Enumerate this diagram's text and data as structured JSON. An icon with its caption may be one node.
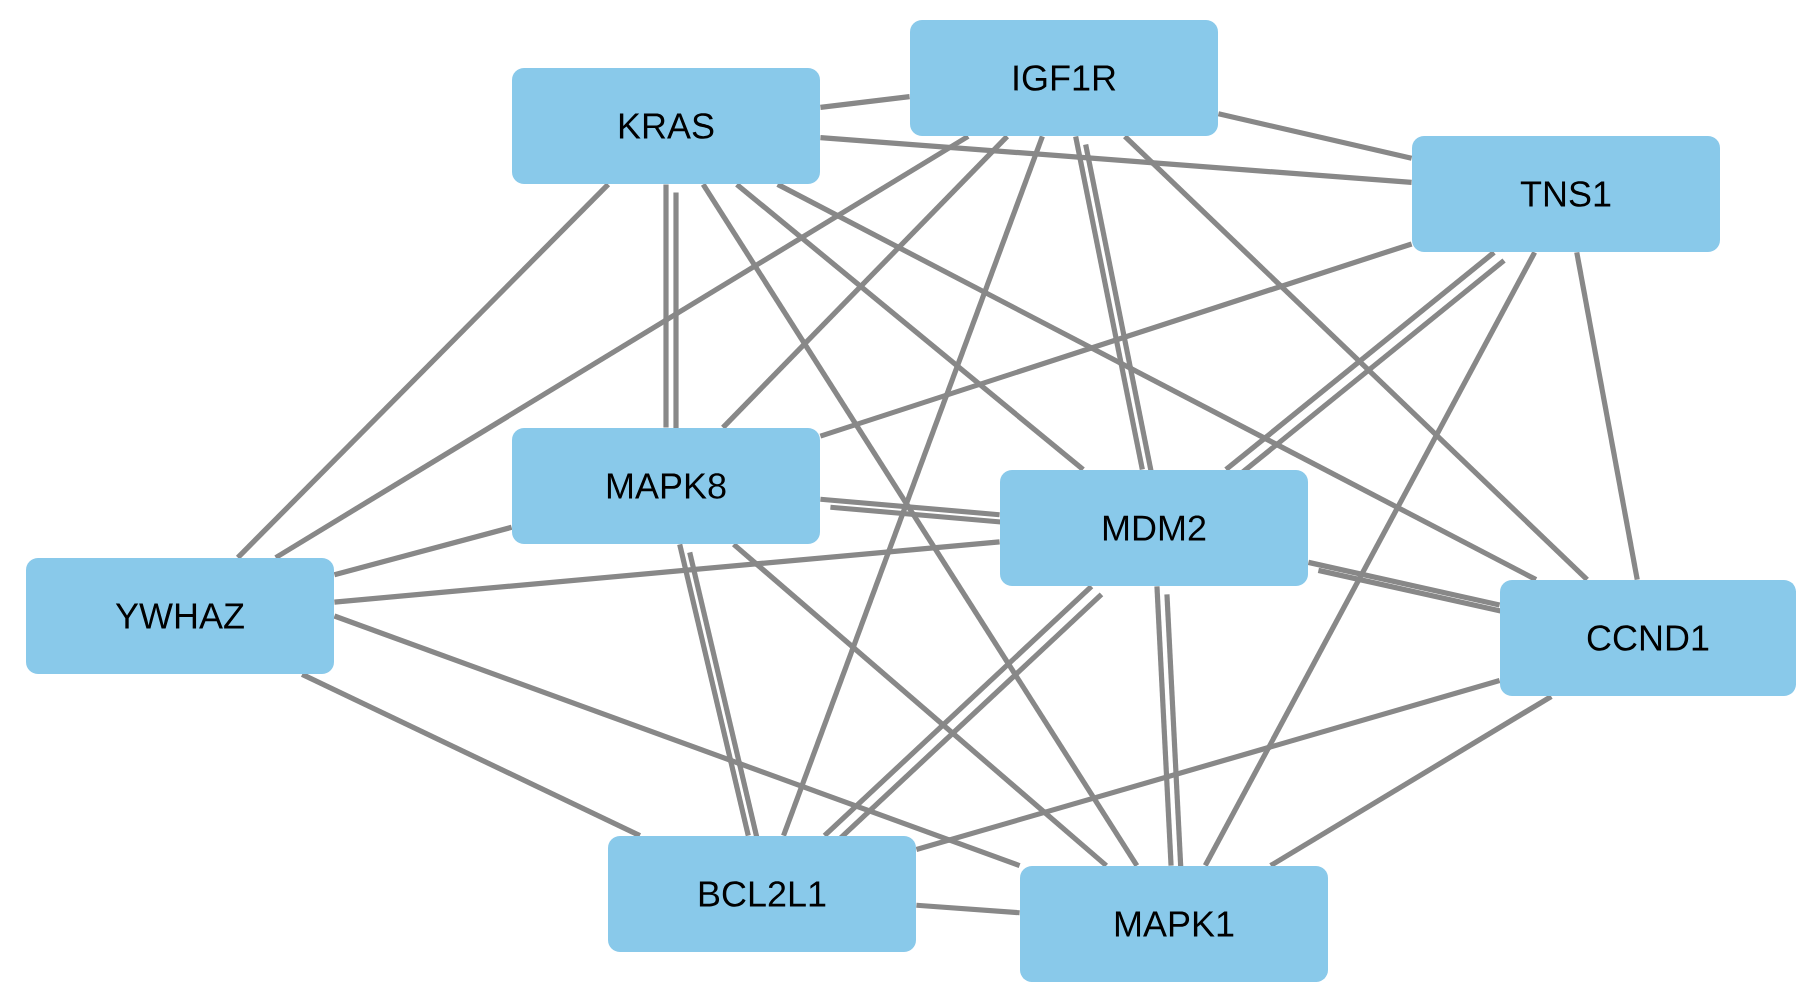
{
  "diagram": {
    "nodes": [
      {
        "text": [
          "KRAS"
        ]
      },
      {
        "text": [
          "IGF1R"
        ]
      },
      {
        "text": [
          "TNS1"
        ]
      },
      {
        "text": [
          "MAPK8"
        ]
      },
      {
        "text": [
          "MDM2"
        ]
      },
      {
        "text": [
          "YWHAZ"
        ]
      },
      {
        "text": [
          "CCND1"
        ]
      },
      {
        "text": [
          "BCL2L1"
        ]
      },
      {
        "text": [
          "MAPK1"
        ]
      }
    ],
    "edges": [
      {
        "from": 0,
        "to": 1,
        "arrow": "none"
      },
      {
        "from": 0,
        "to": 2,
        "arrow": "none"
      },
      {
        "from": 0,
        "to": 5,
        "arrow": "none"
      },
      {
        "from": 0,
        "to": 3,
        "arrow": "none"
      },
      {
        "from": 0,
        "to": 3,
        "arrow": "none"
      },
      {
        "from": 0,
        "to": 8,
        "arrow": "none"
      },
      {
        "from": 0,
        "to": 4,
        "arrow": "none"
      },
      {
        "from": 0,
        "to": 6,
        "arrow": "none"
      },
      {
        "from": 1,
        "to": 2,
        "arrow": "none"
      },
      {
        "from": 1,
        "to": 5,
        "arrow": "none"
      },
      {
        "from": 1,
        "to": 3,
        "arrow": "none"
      },
      {
        "from": 1,
        "to": 7,
        "arrow": "none"
      },
      {
        "from": 4,
        "to": 8,
        "arrow": "none"
      },
      {
        "from": 1,
        "to": 4,
        "arrow": "none"
      },
      {
        "from": 1,
        "to": 6,
        "arrow": "none"
      },
      {
        "from": 2,
        "to": 3,
        "arrow": "none"
      },
      {
        "from": 2,
        "to": 4,
        "arrow": "none"
      },
      {
        "from": 4,
        "to": 7,
        "arrow": "none"
      },
      {
        "from": 2,
        "to": 8,
        "arrow": "none"
      },
      {
        "from": 2,
        "to": 6,
        "arrow": "none"
      },
      {
        "from": 3,
        "to": 5,
        "arrow": "none"
      },
      {
        "from": 3,
        "to": 4,
        "arrow": "none"
      },
      {
        "from": 4,
        "to": 6,
        "arrow": "none"
      },
      {
        "from": 3,
        "to": 8,
        "arrow": "none"
      },
      {
        "from": 3,
        "to": 7,
        "arrow": "none"
      },
      {
        "from": 3,
        "to": 7,
        "arrow": "none"
      },
      {
        "from": 1,
        "to": 4,
        "arrow": "none"
      },
      {
        "from": 2,
        "to": 4,
        "arrow": "none"
      },
      {
        "from": 3,
        "to": 4,
        "arrow": "none"
      },
      {
        "from": 5,
        "to": 4,
        "arrow": "none"
      },
      {
        "from": 5,
        "to": 8,
        "arrow": "none"
      },
      {
        "from": 5,
        "to": 7,
        "arrow": "none"
      },
      {
        "from": 4,
        "to": 6,
        "arrow": "none"
      },
      {
        "from": 4,
        "to": 8,
        "arrow": "none"
      },
      {
        "from": 4,
        "to": 7,
        "arrow": "none"
      },
      {
        "from": 7,
        "to": 6,
        "arrow": "none"
      },
      {
        "from": 7,
        "to": 8,
        "arrow": "none"
      },
      {
        "from": 8,
        "to": 6,
        "arrow": "none"
      }
    ]
  }
}
